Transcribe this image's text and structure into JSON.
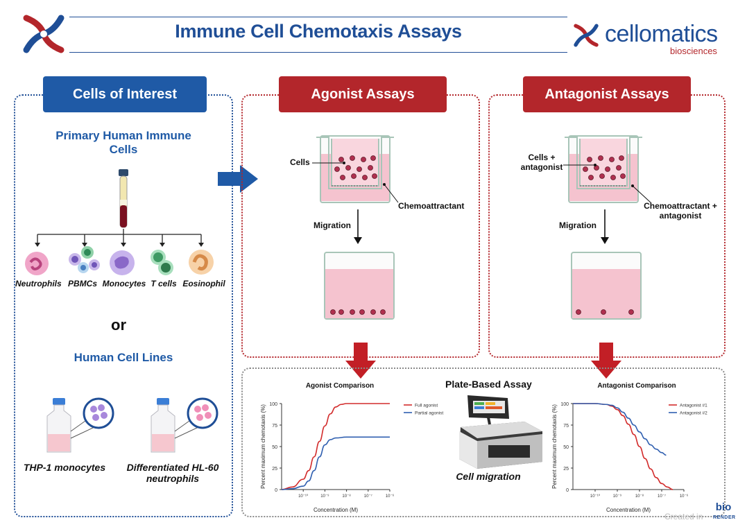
{
  "header": {
    "title": "Immune Cell Chemotaxis Assays"
  },
  "brand": {
    "name": "cellomatics",
    "subtitle": "biosciences"
  },
  "cells_panel": {
    "tag": "Cells of Interest",
    "primary_heading": "Primary Human Immune Cells",
    "cell_types": [
      "Neutrophils",
      "PBMCs",
      "Monocytes",
      "T cells",
      "Eosinophil"
    ],
    "or_label": "or",
    "lines_heading": "Human Cell Lines",
    "cell_lines": [
      "THP-1 monocytes",
      "Differentiated HL-60 neutrophils"
    ]
  },
  "agonist_panel": {
    "tag": "Agonist Assays",
    "cells_label": "Cells",
    "chemo_label": "Chemoattractant",
    "migration_label": "Migration"
  },
  "antagonist_panel": {
    "tag": "Antagonist Assays",
    "cells_label": "Cells + antagonist",
    "chemo_label": "Chemoattractant + antagonist",
    "migration_label": "Migration"
  },
  "results": {
    "plate_title": "Plate-Based Assay",
    "plate_caption": "Cell migration"
  },
  "chart_data": [
    {
      "type": "line",
      "title": "Agonist Comparison",
      "xlabel": "Concentration (M)",
      "ylabel": "Percent maximum chemotaxis (%)",
      "x_ticks": [
        "10⁻¹⁰",
        "10⁻⁹",
        "10⁻⁸",
        "10⁻⁷",
        "10⁻⁶"
      ],
      "y_ticks": [
        0,
        25,
        50,
        75,
        100
      ],
      "xlim_log10": [
        -11,
        -6
      ],
      "ylim": [
        0,
        100
      ],
      "legend": "top-right",
      "series": [
        {
          "name": "Full agonist",
          "color": "#d22b2b",
          "x_log10": [
            -11,
            -10.5,
            -10,
            -9.75,
            -9.5,
            -9.25,
            -9,
            -8.75,
            -8.5,
            -8.25,
            -8,
            -7.5,
            -7,
            -6
          ],
          "values": [
            0,
            3,
            12,
            22,
            38,
            56,
            74,
            88,
            96,
            99,
            100,
            100,
            100,
            100
          ]
        },
        {
          "name": "Partial agonist",
          "color": "#2f5fb0",
          "x_log10": [
            -11,
            -10.5,
            -10,
            -9.75,
            -9.5,
            -9.25,
            -9,
            -8.75,
            -8.5,
            -8,
            -7.5,
            -7,
            -6
          ],
          "values": [
            0,
            1,
            4,
            10,
            22,
            38,
            52,
            58,
            60,
            61,
            61,
            61,
            61
          ]
        }
      ]
    },
    {
      "type": "line",
      "title": "Antagonist Comparison",
      "xlabel": "Concentration (M)",
      "ylabel": "Percent maximum chemotaxis (%)",
      "x_ticks": [
        "10⁻¹⁰",
        "10⁻⁹",
        "10⁻⁸",
        "10⁻⁷",
        "10⁻⁶"
      ],
      "y_ticks": [
        0,
        25,
        50,
        75,
        100
      ],
      "xlim_log10": [
        -11,
        -6
      ],
      "ylim": [
        0,
        100
      ],
      "legend": "top-right",
      "series": [
        {
          "name": "Antagonist #1",
          "color": "#d22b2b",
          "x_log10": [
            -11,
            -10.5,
            -10,
            -9.5,
            -9.25,
            -9,
            -8.75,
            -8.5,
            -8.25,
            -8,
            -7.75,
            -7.5,
            -7.25,
            -7,
            -6.75,
            -6.5
          ],
          "values": [
            100,
            100,
            100,
            99,
            97,
            93,
            86,
            76,
            64,
            50,
            36,
            24,
            14,
            7,
            3,
            0
          ]
        },
        {
          "name": "Antagonist #2",
          "color": "#2f5fb0",
          "x_log10": [
            -11,
            -10.5,
            -10,
            -9.5,
            -9.25,
            -9,
            -8.75,
            -8.5,
            -8.25,
            -8,
            -7.75,
            -7.5,
            -7.25,
            -7,
            -6.8
          ],
          "values": [
            100,
            100,
            100,
            99,
            98,
            95,
            90,
            83,
            75,
            67,
            59,
            52,
            47,
            43,
            40
          ]
        }
      ]
    }
  ],
  "footer": {
    "credit": "Created in",
    "badge_top": "bio",
    "badge_bottom": "RENDER"
  },
  "colors": {
    "brand_blue": "#1f4e96",
    "brand_red": "#b3262b"
  }
}
